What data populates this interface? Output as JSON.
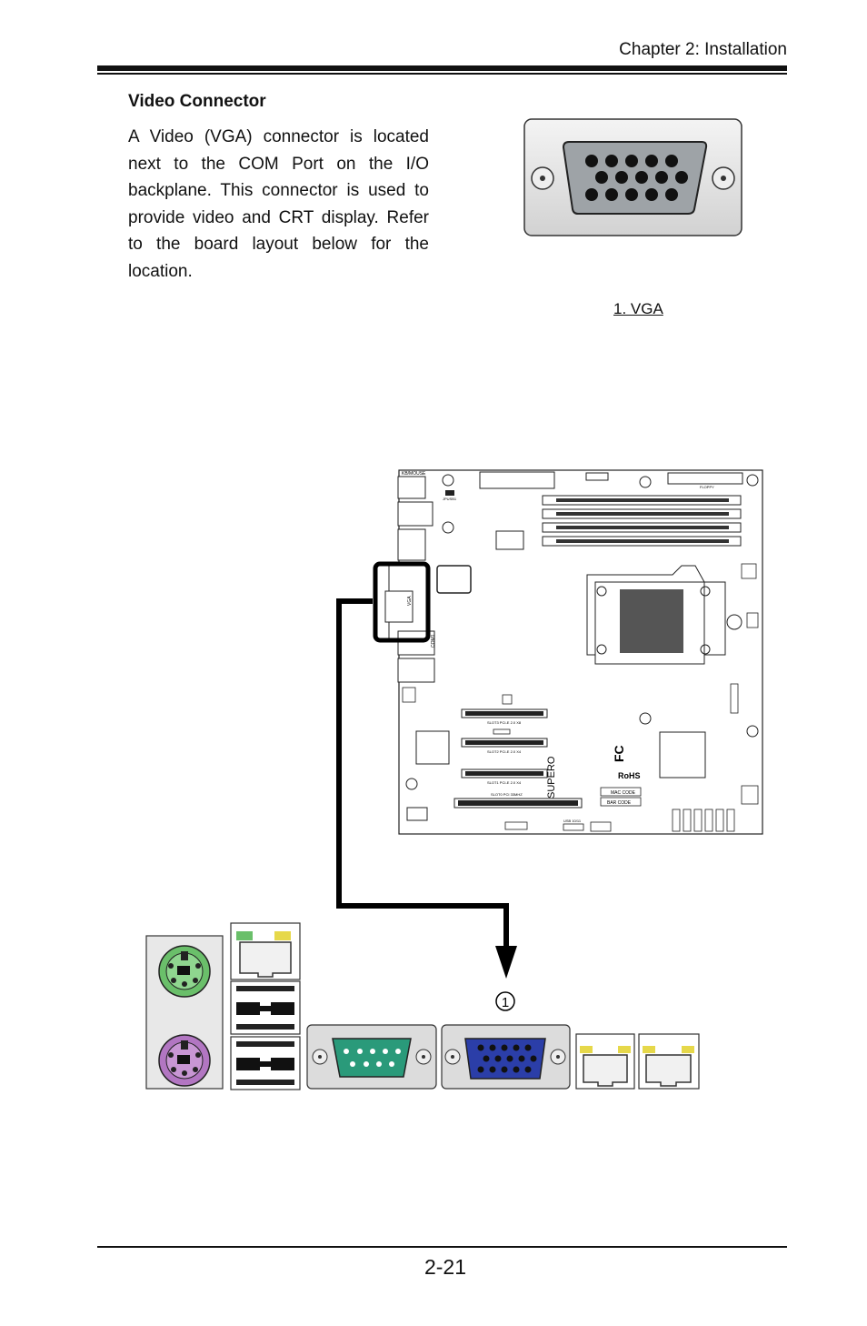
{
  "header": {
    "chapter": "Chapter 2: Installation"
  },
  "section": {
    "title": "Video Connector",
    "body": "A Video (VGA) connector is located next to the COM Port on the I/O backplane. This connector is used to provide video and CRT display. Refer to the board layout below for the location."
  },
  "figure": {
    "callout_label": "1. VGA ",
    "marker_number": "1",
    "board": {
      "brand": "SUPERO",
      "labels": {
        "floppy": "FLOPPY",
        "slot_top": "SLOT3 PCI-E 2.0 X8",
        "slot_mid": "SLOT2 PCI-E 2.0 X4",
        "slot_bot": "SLOT1 PCI-E 2.0 X4",
        "slot_pci": "SLOT0 PCI 33MHZ",
        "mac_code": "MAC CODE",
        "bar_code": "BAR CODE",
        "rohs": "RoHS",
        "fc": "FC",
        "usb": "USB 10/11",
        "jpusb": "JPUSB1",
        "vga": "VGA",
        "com": "COM1",
        "kbms": "KB/MOUSE"
      }
    }
  },
  "footer": {
    "page_number": "2-21"
  }
}
